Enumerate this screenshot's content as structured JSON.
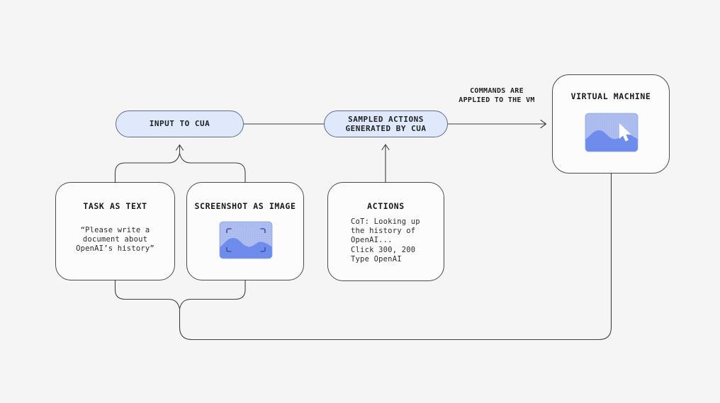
{
  "diagram": {
    "title": "CUA input-action-VM flow",
    "nodes": {
      "input_pill": {
        "label": "INPUT TO CUA"
      },
      "sampled_pill": {
        "label": "SAMPLED ACTIONS\nGENERATED BY CUA"
      },
      "virtual_machine": {
        "title": "VIRTUAL MACHINE"
      },
      "task": {
        "title": "TASK AS TEXT",
        "quote": "“Please write a\ndocument about\nOpenAI’s history”"
      },
      "screenshot": {
        "title": "SCREENSHOT AS IMAGE"
      },
      "actions": {
        "title": "ACTIONS",
        "body": "CoT: Looking up\nthe history of\nOpenAI...\nClick 300, 200\nType OpenAI"
      }
    },
    "edges": {
      "commands_label": "COMMANDS ARE\nAPPLIED TO THE VM"
    },
    "icons": {
      "screenshot_thumbnail": "image-with-focus-frame",
      "vm_thumbnail": "screen-with-cursor"
    },
    "colors": {
      "background": "#f5f5f6",
      "node_fill": "#fcfcfd",
      "node_border": "#4b4b4b",
      "pill_fill": "#dfe9fb",
      "pill_border": "#5d6c8f",
      "line": "#3e3e3e",
      "text": "#1f2023",
      "thumb_light_blue": "#a9baee",
      "thumb_dot_blue": "#bfcaf4",
      "thumb_wave_blue": "#6d8ceb",
      "focus_frame_navy": "#44519b",
      "cursor_white": "#ffffff"
    }
  }
}
